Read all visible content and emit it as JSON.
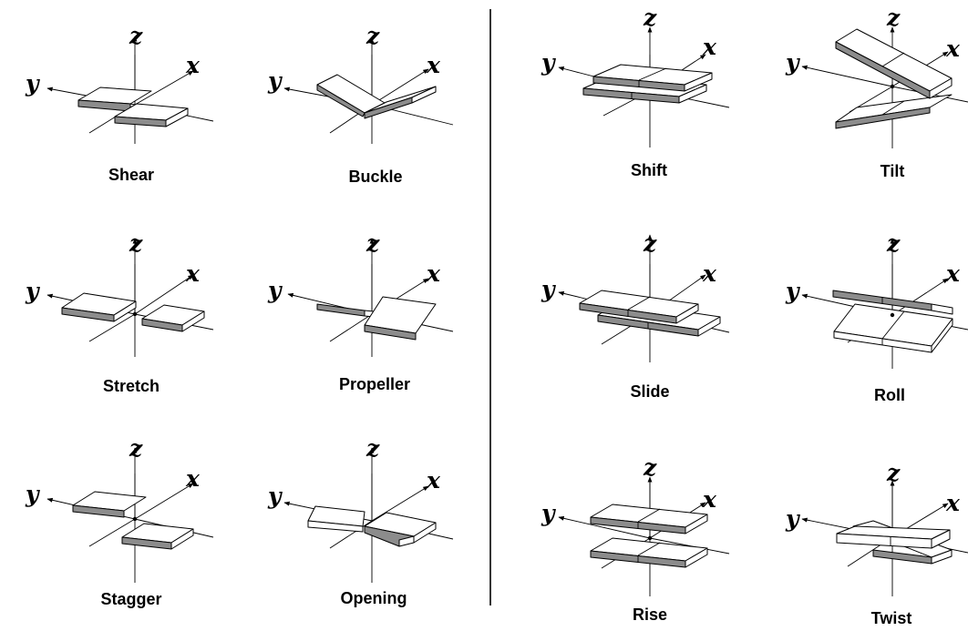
{
  "axes": {
    "x": "x",
    "y": "y",
    "z": "z"
  },
  "panels": [
    {
      "id": "shear",
      "caption": "Shear"
    },
    {
      "id": "buckle",
      "caption": "Buckle"
    },
    {
      "id": "shift",
      "caption": "Shift"
    },
    {
      "id": "tilt",
      "caption": "Tilt"
    },
    {
      "id": "stretch",
      "caption": "Stretch"
    },
    {
      "id": "propeller",
      "caption": "Propeller"
    },
    {
      "id": "slide",
      "caption": "Slide"
    },
    {
      "id": "roll",
      "caption": "Roll"
    },
    {
      "id": "stagger",
      "caption": "Stagger"
    },
    {
      "id": "opening",
      "caption": "Opening"
    },
    {
      "id": "rise",
      "caption": "Rise"
    },
    {
      "id": "twist",
      "caption": "Twist"
    }
  ]
}
